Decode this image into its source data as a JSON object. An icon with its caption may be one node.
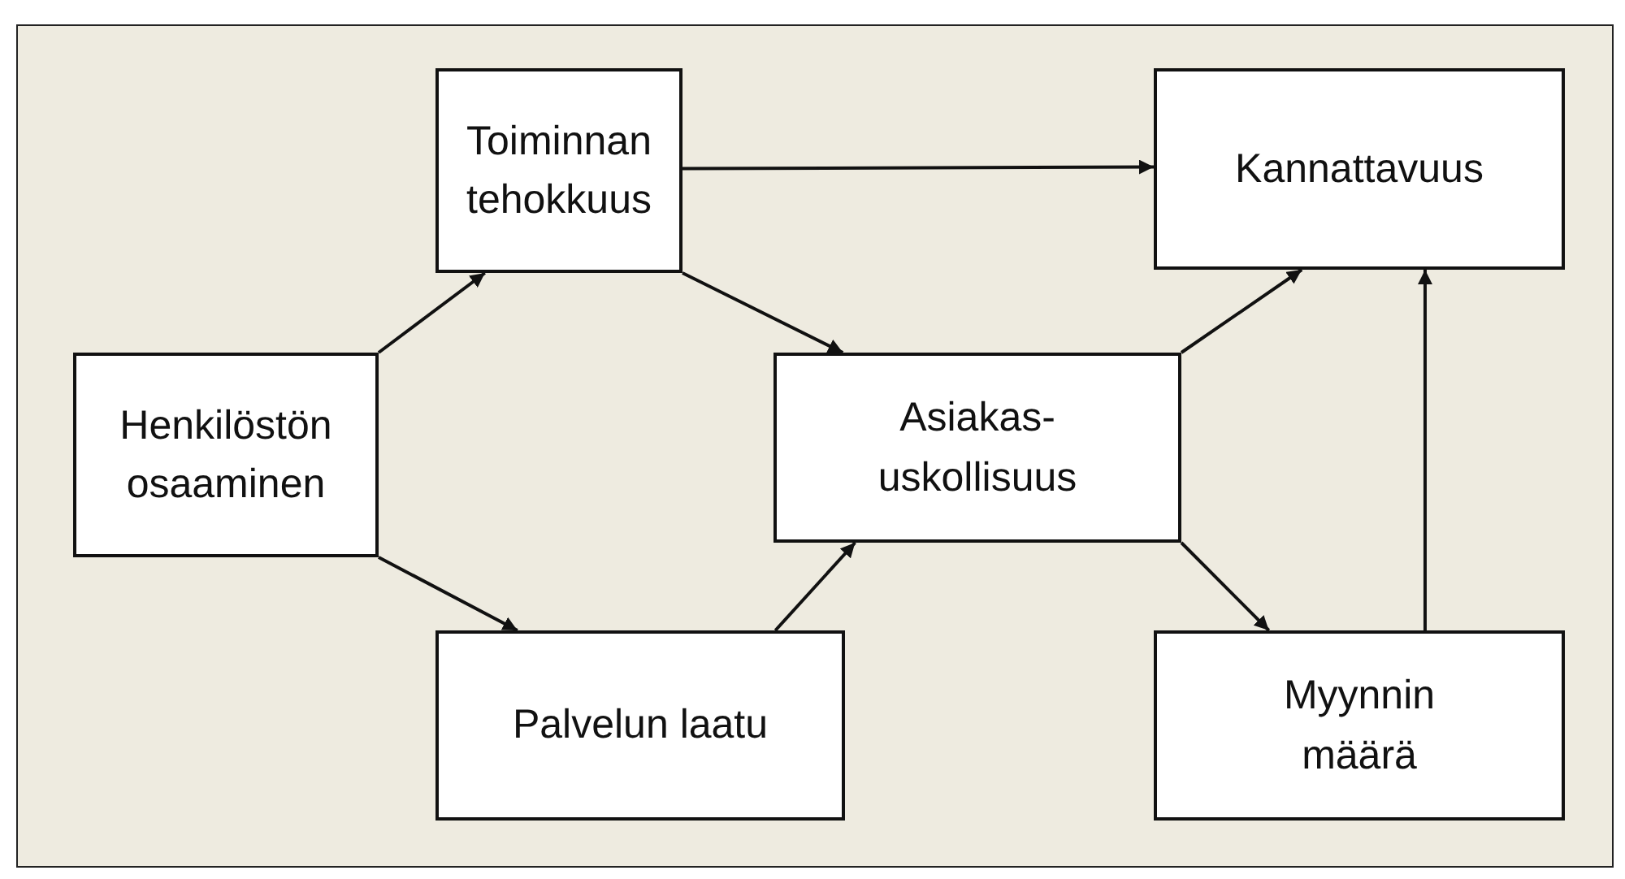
{
  "diagram": {
    "nodes": [
      {
        "text": [
          "Toiminnan tehokkuus"
        ]
      },
      {
        "text": [
          "Kannattavuus"
        ]
      },
      {
        "text": [
          "Henkilöstön osaaminen"
        ]
      },
      {
        "text": [
          "Asiakas-uskollisuus"
        ]
      },
      {
        "text": [
          "Palvelun laatu"
        ]
      },
      {
        "text": [
          "Myynnin määrä"
        ]
      }
    ],
    "edges": [
      {
        "from": 2,
        "to": 0,
        "arrow": "to"
      },
      {
        "from": 2,
        "to": 4,
        "arrow": "to"
      },
      {
        "from": 0,
        "to": 1,
        "arrow": "to"
      },
      {
        "from": 0,
        "to": 3,
        "arrow": "to"
      },
      {
        "from": 4,
        "to": 3,
        "arrow": "to"
      },
      {
        "from": 3,
        "to": 1,
        "arrow": "to"
      },
      {
        "from": 3,
        "to": 5,
        "arrow": "to"
      },
      {
        "from": 5,
        "to": 1,
        "arrow": "to"
      }
    ]
  }
}
